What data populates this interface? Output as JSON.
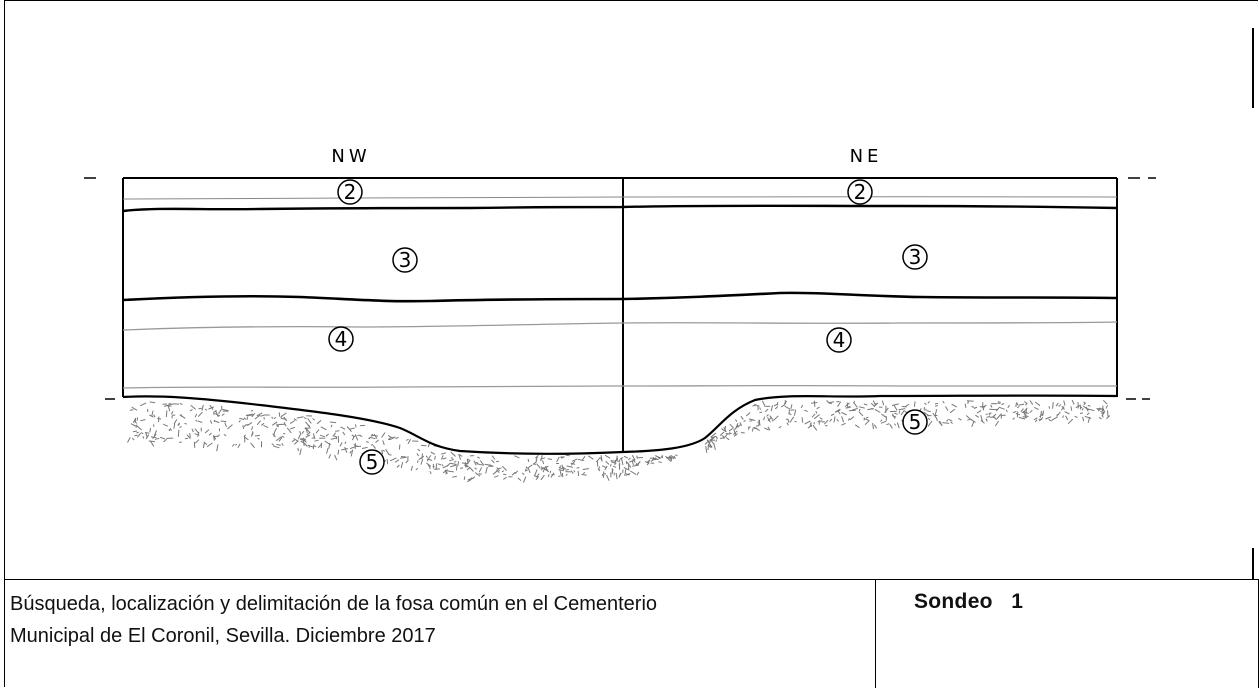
{
  "profile": {
    "orientation_left": "NW",
    "orientation_right": "NE",
    "layers": [
      {
        "id": "layer-2-left",
        "label": "2"
      },
      {
        "id": "layer-2-right",
        "label": "2"
      },
      {
        "id": "layer-3-left",
        "label": "3"
      },
      {
        "id": "layer-3-right",
        "label": "3"
      },
      {
        "id": "layer-4-left",
        "label": "4"
      },
      {
        "id": "layer-4-right",
        "label": "4"
      },
      {
        "id": "layer-5-left",
        "label": "5"
      },
      {
        "id": "layer-5-right",
        "label": "5"
      }
    ]
  },
  "caption": {
    "line1": "Búsqueda, localización y delimitación de la fosa común en el Cementerio",
    "line2": "Municipal de El Coronil, Sevilla.  Diciembre 2017",
    "sondeo": "Sondeo   1"
  }
}
